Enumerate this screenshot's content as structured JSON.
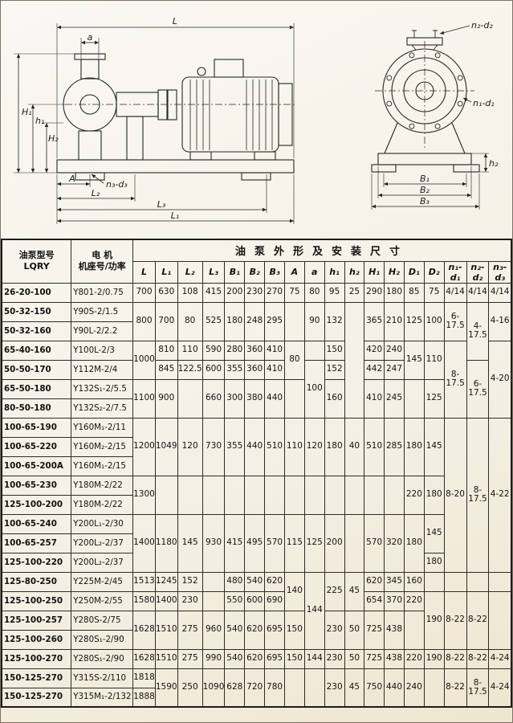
{
  "diagram": {
    "labels": {
      "L": "L",
      "a": "a",
      "H1": "H₁",
      "h1": "h₁",
      "H2": "H₂",
      "A": "A",
      "n3d3": "n₃-d₃",
      "L2": "L₂",
      "L3": "L₃",
      "L1": "L₁",
      "n2d2": "n₂-d₂",
      "n1d1": "n₁-d₁",
      "h2": "h₂",
      "B1": "B₁",
      "B2": "B₂",
      "B3": "B₃"
    }
  },
  "table": {
    "header": {
      "model_col": "油泵型号\nLQRY",
      "motor_col": "电    机\n机座号/功率",
      "dims_title": "油泵外形及安装尺寸",
      "columns": [
        "L",
        "L₁",
        "L₂",
        "L₃",
        "B₁",
        "B₂",
        "B₃",
        "A",
        "a",
        "h₁",
        "h₂",
        "H₁",
        "H₂",
        "D₁",
        "D₂",
        "n₁-d₁",
        "n₂-d₂",
        "n₃-d₃"
      ]
    },
    "rows": [
      {
        "model": "26-20-100",
        "motor": "Y801-2/0.75",
        "cells": [
          [
            "700"
          ],
          [
            "630"
          ],
          [
            "108"
          ],
          [
            "415"
          ],
          [
            "200"
          ],
          [
            "230"
          ],
          [
            "270"
          ],
          [
            "75"
          ],
          [
            "80"
          ],
          [
            "95"
          ],
          [
            "25"
          ],
          [
            "290"
          ],
          [
            "180"
          ],
          [
            "85"
          ],
          [
            "75"
          ],
          [
            "4/14"
          ],
          [
            "4/14"
          ],
          [
            "4/14"
          ]
        ]
      },
      {
        "model": "50-32-150",
        "motor": "Y90S-2/1.5",
        "cells": [
          [
            "800",
            2
          ],
          [
            "700",
            2
          ],
          [
            "80",
            2
          ],
          [
            "525",
            2
          ],
          [
            "180",
            2
          ],
          [
            "248",
            2
          ],
          [
            "295",
            2
          ],
          [
            "",
            2
          ],
          [
            "90",
            2
          ],
          [
            "132",
            2
          ],
          [
            "",
            6
          ],
          [
            "365",
            2
          ],
          [
            "210",
            2
          ],
          [
            "125",
            2
          ],
          [
            "100",
            2
          ],
          [
            "6-17.5",
            2
          ],
          [
            "4-17.5",
            3
          ],
          [
            "4-16",
            2
          ]
        ]
      },
      {
        "model": "50-32-160",
        "motor": "Y90L-2/2.2",
        "cells": []
      },
      {
        "model": "65-40-160",
        "motor": "Y100L-2/3",
        "cells": [
          [
            "1000",
            2
          ],
          [
            "810"
          ],
          [
            "110"
          ],
          [
            "590"
          ],
          [
            "280"
          ],
          [
            "360"
          ],
          [
            "410"
          ],
          [
            "80",
            2
          ],
          [
            ""
          ],
          [
            "150"
          ],
          [
            "420"
          ],
          [
            "240"
          ],
          [
            "145",
            2
          ],
          [
            "110",
            2
          ],
          [
            "8-17.5",
            4
          ],
          [
            "4-20",
            4
          ]
        ]
      },
      {
        "model": "50-50-170",
        "motor": "Y112M-2/4",
        "cells": [
          [
            "845"
          ],
          [
            "122.5"
          ],
          [
            "600"
          ],
          [
            "355"
          ],
          [
            "360"
          ],
          [
            "410"
          ],
          [
            "100",
            3
          ],
          [
            "152"
          ],
          [
            "442"
          ],
          [
            "247"
          ],
          [
            "6-17.5",
            3
          ]
        ]
      },
      {
        "model": "65-50-180",
        "motor": "Y132S₁-2/5.5",
        "cells": [
          [
            "1100",
            2
          ],
          [
            "900",
            2
          ],
          [
            "",
            2
          ],
          [
            "660",
            2
          ],
          [
            "300",
            2
          ],
          [
            "380",
            2
          ],
          [
            "440",
            2
          ],
          [
            "",
            2
          ],
          [
            "160",
            2
          ],
          [
            "410",
            2
          ],
          [
            "245",
            2
          ],
          [
            "",
            2
          ],
          [
            "125",
            2
          ]
        ]
      },
      {
        "model": "80-50-180",
        "motor": "Y132S₂-2/7.5",
        "cells": []
      },
      {
        "model": "100-65-190",
        "motor": "Y160M₁-2/11",
        "cells": [
          [
            "1200",
            3
          ],
          [
            "1049",
            3
          ],
          [
            "120",
            3
          ],
          [
            "730",
            3
          ],
          [
            "355",
            3
          ],
          [
            "440",
            3
          ],
          [
            "510",
            3
          ],
          [
            "110",
            3
          ],
          [
            "120",
            3
          ],
          [
            "180",
            3
          ],
          [
            "40",
            3
          ],
          [
            "510",
            3
          ],
          [
            "285",
            3
          ],
          [
            "180",
            3
          ],
          [
            "145",
            3
          ],
          [
            "8-20",
            8
          ],
          [
            "8-17.5",
            8
          ],
          [
            "4-22",
            8
          ]
        ]
      },
      {
        "model": "100-65-220",
        "motor": "Y160M₂-2/15",
        "cells": []
      },
      {
        "model": "100-65-200A",
        "motor": "Y160M₁-2/15",
        "cells": []
      },
      {
        "model": "100-65-230",
        "motor": "Y180M-2/22",
        "cells": [
          [
            "1300",
            2
          ],
          [
            "",
            2
          ],
          [
            "",
            2
          ],
          [
            "",
            2
          ],
          [
            "",
            2
          ],
          [
            "",
            2
          ],
          [
            "",
            2
          ],
          [
            "",
            2
          ],
          [
            "",
            2
          ],
          [
            "",
            2
          ],
          [
            "",
            2
          ],
          [
            "",
            2
          ],
          [
            "",
            2
          ],
          [
            "220",
            2
          ],
          [
            "180",
            2
          ]
        ]
      },
      {
        "model": "125-100-200",
        "motor": "Y180M-2/22",
        "cells": []
      },
      {
        "model": "100-65-240",
        "motor": "Y200L₁-2/30",
        "cells": [
          [
            "1400",
            3
          ],
          [
            "1180",
            3
          ],
          [
            "145",
            3
          ],
          [
            "930",
            3
          ],
          [
            "415",
            3
          ],
          [
            "495",
            3
          ],
          [
            "570",
            3
          ],
          [
            "115",
            3
          ],
          [
            "125",
            3
          ],
          [
            "200",
            3
          ],
          [
            "",
            3
          ],
          [
            "570",
            3
          ],
          [
            "320",
            3
          ],
          [
            "180",
            3
          ],
          [
            "145",
            2
          ]
        ]
      },
      {
        "model": "100-65-257",
        "motor": "Y200L₂-2/37",
        "cells": []
      },
      {
        "model": "125-100-220",
        "motor": "Y200L₂-2/37",
        "cells": [
          [
            "180"
          ]
        ]
      },
      {
        "model": "125-80-250",
        "motor": "Y225M-2/45",
        "cells": [
          [
            "1513"
          ],
          [
            "1245"
          ],
          [
            "152"
          ],
          [
            ""
          ],
          [
            "480"
          ],
          [
            "540"
          ],
          [
            "620"
          ],
          [
            "140",
            2
          ],
          [
            "144",
            4
          ],
          [
            "225",
            2
          ],
          [
            "45",
            2
          ],
          [
            "620"
          ],
          [
            "345"
          ],
          [
            "160"
          ],
          [
            ""
          ],
          [
            ""
          ],
          [
            ""
          ],
          [
            ""
          ]
        ]
      },
      {
        "model": "125-100-250",
        "motor": "Y250M-2/55",
        "cells": [
          [
            "1580"
          ],
          [
            "1400"
          ],
          [
            "230"
          ],
          [
            ""
          ],
          [
            "550"
          ],
          [
            "600"
          ],
          [
            "690"
          ],
          [
            "654"
          ],
          [
            "370"
          ],
          [
            "220"
          ],
          [
            "190",
            3
          ],
          [
            "8-22",
            3
          ],
          [
            "8-22",
            3
          ],
          [
            "",
            3
          ]
        ]
      },
      {
        "model": "125-100-257",
        "motor": "Y280S-2/75",
        "cells": [
          [
            "1628",
            2
          ],
          [
            "1510",
            2
          ],
          [
            "275",
            2
          ],
          [
            "960",
            2
          ],
          [
            "540",
            2
          ],
          [
            "620",
            2
          ],
          [
            "695",
            2
          ],
          [
            "150",
            2
          ],
          [
            "230",
            2
          ],
          [
            "50",
            2
          ],
          [
            "725",
            2
          ],
          [
            "438",
            2
          ],
          [
            "",
            2
          ]
        ]
      },
      {
        "model": "125-100-260",
        "motor": "Y280S₁-2/90",
        "cells": []
      },
      {
        "model": "125-100-270",
        "motor": "Y280S₁-2/90",
        "cells": [
          [
            "1628"
          ],
          [
            "1510"
          ],
          [
            "275"
          ],
          [
            "990"
          ],
          [
            "540"
          ],
          [
            "620"
          ],
          [
            "695"
          ],
          [
            "150"
          ],
          [
            "144"
          ],
          [
            "230"
          ],
          [
            "50"
          ],
          [
            "725"
          ],
          [
            "438"
          ],
          [
            "220"
          ],
          [
            "190"
          ],
          [
            "8-22"
          ],
          [
            "8-22"
          ],
          [
            "4-24"
          ]
        ]
      },
      {
        "model": "150-125-270",
        "motor": "Y315S-2/110",
        "cells": [
          [
            "1818"
          ],
          [
            "1590",
            2
          ],
          [
            "250",
            2
          ],
          [
            "1090",
            2
          ],
          [
            "628",
            2
          ],
          [
            "720",
            2
          ],
          [
            "780",
            2
          ],
          [
            "",
            2
          ],
          [
            "",
            2
          ],
          [
            "230",
            2
          ],
          [
            "45",
            2
          ],
          [
            "750",
            2
          ],
          [
            "440",
            2
          ],
          [
            "240",
            2
          ],
          [
            "",
            2
          ],
          [
            "8-22",
            2
          ],
          [
            "8-17.5",
            2
          ],
          [
            "4-24",
            2
          ]
        ]
      },
      {
        "model": "150-125-270",
        "motor": "Y315M₁-2/132",
        "cells": [
          [
            "1888"
          ]
        ]
      }
    ]
  }
}
